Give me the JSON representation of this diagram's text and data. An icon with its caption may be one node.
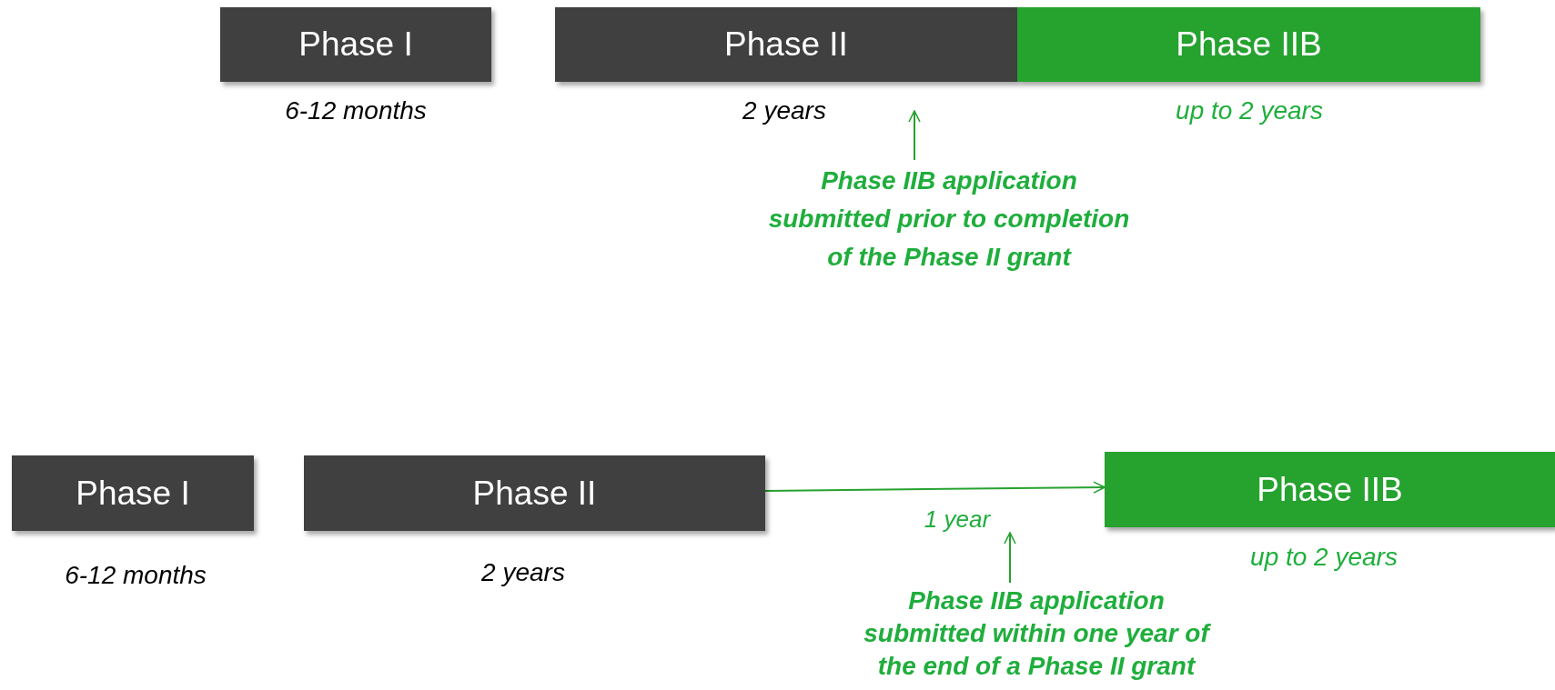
{
  "diagram": {
    "nodes": [
      {
        "text": [
          "Phase I"
        ],
        "beside": [
          "6-12 months"
        ]
      },
      {
        "text": [
          "Phase II"
        ],
        "beside": [
          "2 years"
        ]
      },
      {
        "text": [
          "Phase IIB"
        ],
        "beside": [
          "up to 2 years"
        ]
      },
      {
        "text": [
          "Phase IIB application submitted prior to completion of the Phase II grant"
        ]
      },
      {
        "text": [
          "Phase I"
        ],
        "beside": [
          "6-12 months"
        ]
      },
      {
        "text": [
          "Phase II"
        ],
        "beside": [
          "2 years"
        ]
      },
      {
        "text": [
          "Phase IIB"
        ],
        "beside": [
          "up to 2 years"
        ]
      },
      {
        "text": [
          "Phase IIB application submitted within one year of the end of a Phase II grant"
        ]
      }
    ],
    "edges": [
      {
        "from": 3,
        "to": 1,
        "arrow": "to"
      },
      {
        "from": 5,
        "to": 6,
        "arrow": "to",
        "label": "1 year"
      },
      {
        "from": 7,
        "to": null,
        "arrow": "to"
      }
    ]
  }
}
